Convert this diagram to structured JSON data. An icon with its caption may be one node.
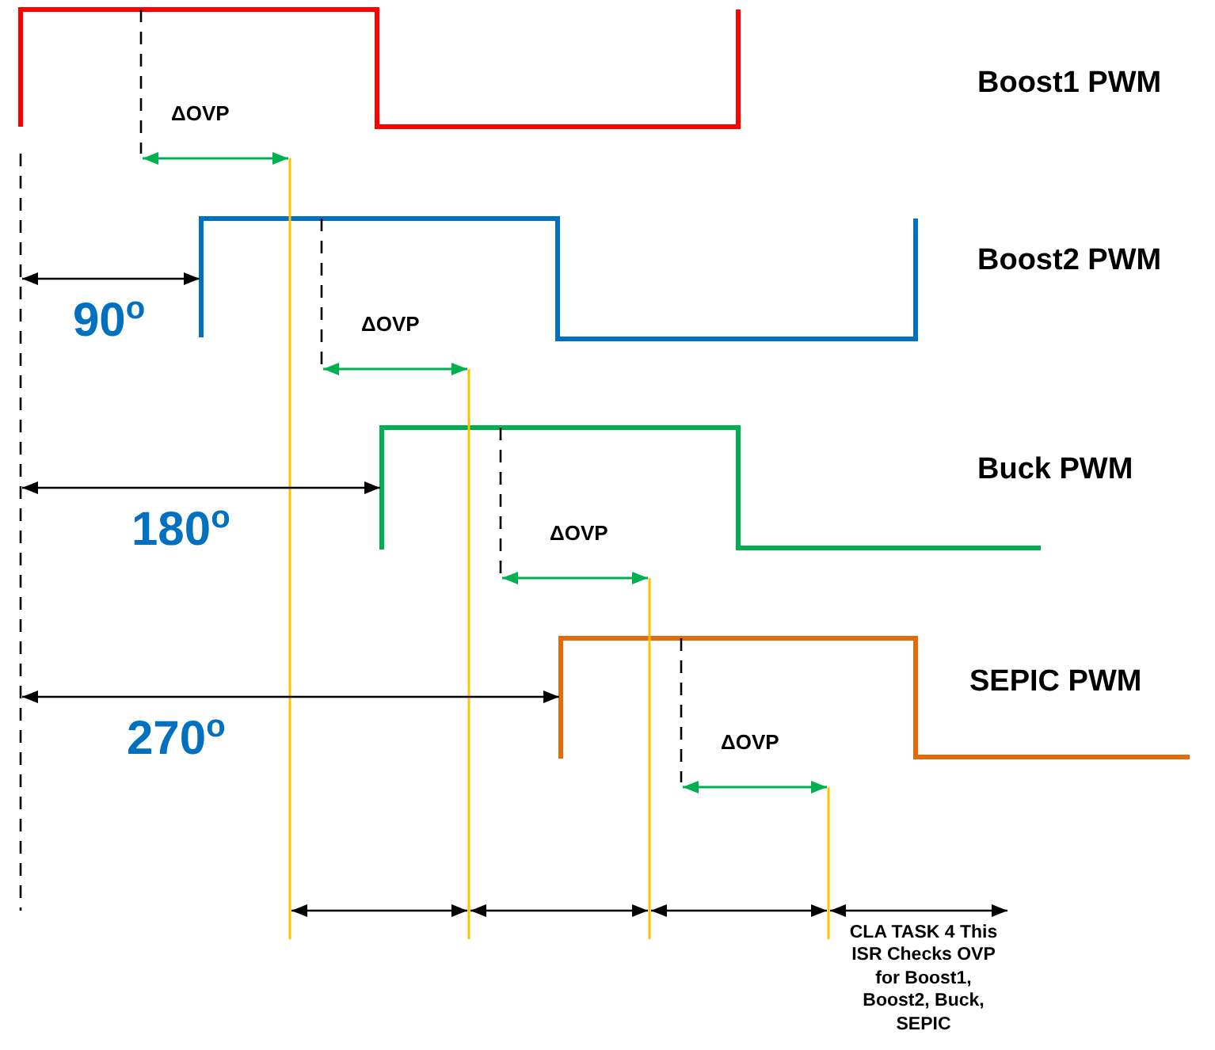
{
  "diagram": {
    "labels": [
      "Boost1 PWM",
      "ΔOVP",
      "Boost2 PWM",
      "90$^{o}$",
      "ΔOVP",
      "Buck PWM",
      "180$^{o}$",
      "ΔOVP",
      "SEPIC PWM",
      "270$^{o}$",
      "ΔOVP",
      "CLA TASK 4 This ISR Checks OVP for Boost1, Boost2, Buck, SEPIC"
    ]
  }
}
